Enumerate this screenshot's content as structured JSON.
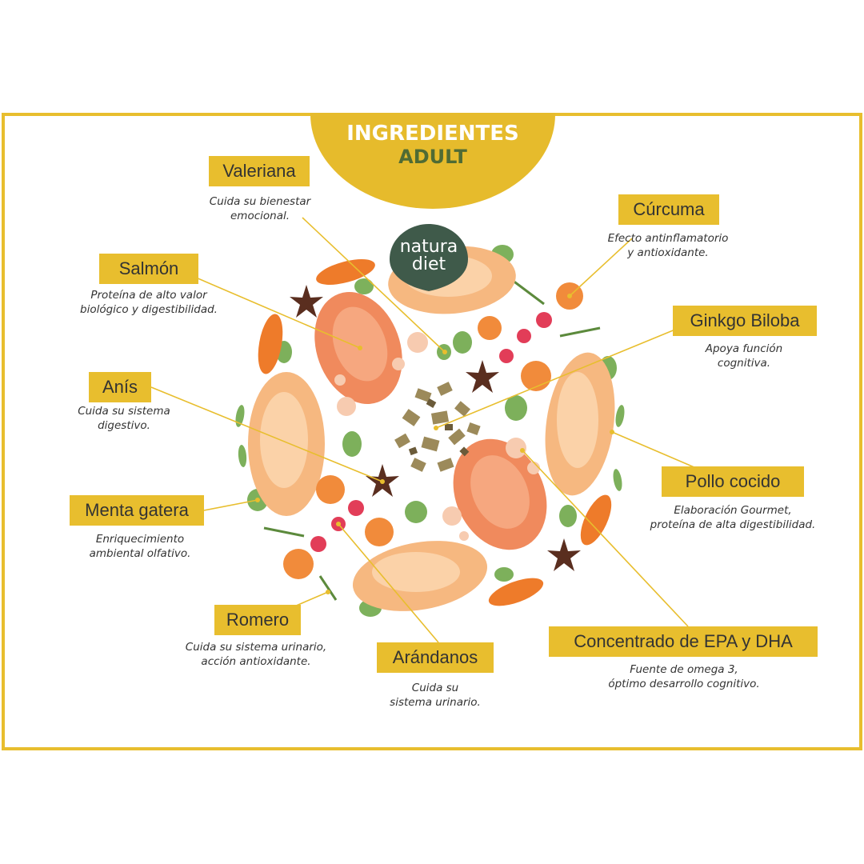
{
  "header": {
    "title_line1": "INGREDIENTES",
    "title_line2": "ADULT"
  },
  "logo": {
    "line1": "natura",
    "line2": "diet"
  },
  "colors": {
    "accent": "#E8BE2E",
    "dark_green": "#4F6B34",
    "text": "#333333"
  },
  "ingredients": [
    {
      "name": "Valeriana",
      "desc": [
        "Cuida su bienestar",
        "emocional."
      ]
    },
    {
      "name": "Cúrcuma",
      "desc": [
        "Efecto antinflamatorio",
        "y antioxidante."
      ]
    },
    {
      "name": "Salmón",
      "desc": [
        "Proteína de alto valor",
        "biológico y digestibilidad."
      ]
    },
    {
      "name": "Ginkgo Biloba",
      "desc": [
        "Apoya función",
        "cognitiva."
      ]
    },
    {
      "name": "Anís",
      "desc": [
        "Cuida su sistema",
        "digestivo."
      ]
    },
    {
      "name": "Pollo cocido",
      "desc": [
        "Elaboración Gourmet,",
        "proteína de alta digestibilidad."
      ]
    },
    {
      "name": "Menta gatera",
      "desc": [
        "Enriquecimiento",
        "ambiental olfativo."
      ]
    },
    {
      "name": "Romero",
      "desc": [
        "Cuida su sistema urinario,",
        "acción antioxidante."
      ]
    },
    {
      "name": "Arándanos",
      "desc": [
        "Cuida su",
        "sistema urinario."
      ]
    },
    {
      "name": "Concentrado de EPA y DHA",
      "desc": [
        "Fuente de omega 3,",
        "óptimo desarrollo cognitivo."
      ]
    }
  ]
}
